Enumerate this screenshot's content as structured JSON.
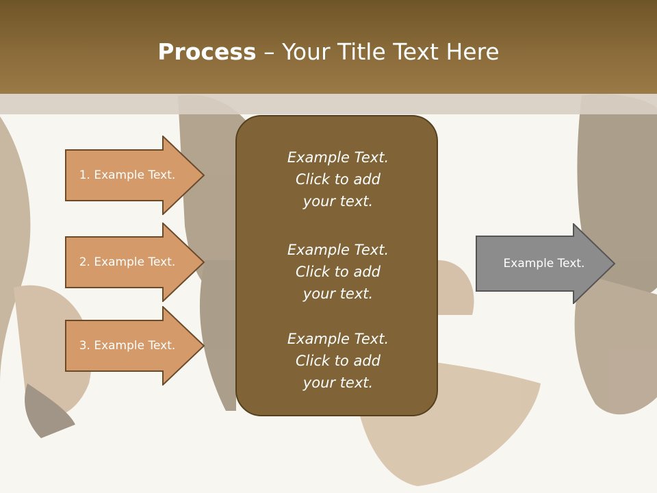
{
  "slide": {
    "title_bold": "Process",
    "title_rest": " – Your Title Text Here"
  },
  "steps": [
    {
      "label": "1. Example Text."
    },
    {
      "label": "2. Example Text."
    },
    {
      "label": "3. Example Text."
    }
  ],
  "center": {
    "paragraphs": [
      "Example Text.\nClick  to add\nyour text.",
      "Example Text.\nClick  to add\nyour text.",
      "Example Text.\nClick  to add\nyour text."
    ]
  },
  "output": {
    "label": "Example Text."
  },
  "colors": {
    "header": "#8a6b3a",
    "step_fill": "#d49a6a",
    "step_border": "#6b4a2a",
    "center_fill": "#806437",
    "output_fill": "#8c8c8c"
  }
}
